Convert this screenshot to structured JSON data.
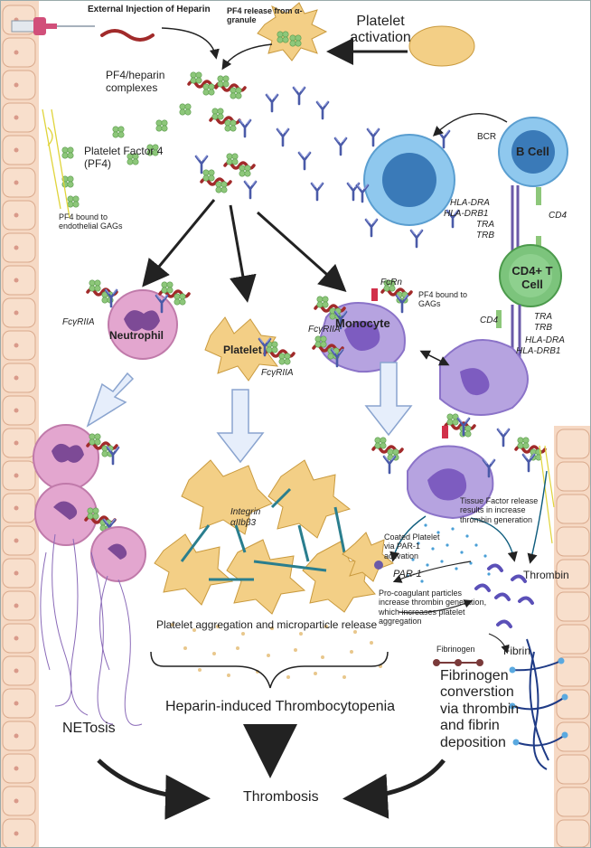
{
  "labels": {
    "external_injection": "External Injection of Heparin",
    "pf4_release": "PF4 release from α-granule",
    "platelet_activation": "Platelet activation",
    "pf4_heparin_complexes": "PF4/heparin complexes",
    "platelet_factor_4": "Platelet Factor 4 (PF4)",
    "pf4_bound_endothelial": "PF4 bound to endothelial GAGs",
    "bcr": "BCR",
    "b_cell": "B Cell",
    "hla_dra": "HLA-DRA",
    "hla_drb1": "HLA-DRB1",
    "cd4": "CD4",
    "tra": "TRA",
    "trb": "TRB",
    "cd4_t_cell": "CD4+ T Cell",
    "fcrn": "FcRn",
    "pf4_bound_gags": "PF4 bound to GAGs",
    "monocyte": "Monocyte",
    "fcgriia": "FcγRIIA",
    "neutrophil": "Neutrophil",
    "platelet": "Platelet",
    "integrin": "Integrin αIIbβ3",
    "coated_platelet": "Coated Platelet via PAR-1 activation",
    "par1": "PAR-1",
    "tissue_factor": "Tissue Factor release results in increase thrombin generation",
    "thrombin": "Thrombin",
    "procoagulant": "Pro-coagulant particles increase thrombin generation, which increases platelet aggregation",
    "platelet_aggregation": "Platelet aggregation and microparticle release",
    "fibrinogen": "Fibrinogen",
    "fibrin": "Fibrin",
    "fibrinogen_conversion": "Fibrinogen converstion via thrombin and fibrin deposition",
    "netosis": "NETosis",
    "hit": "Heparin-induced Thrombocytopenia",
    "thrombosis": "Thrombosis"
  },
  "colors": {
    "endothelium": "#f6d9c4",
    "neutrophil": "#e3a6cf",
    "platelet": "#f3cf86",
    "monocyte": "#b6a3e0",
    "b_cell": "#8fc8ee",
    "t_cell": "#7cc47c",
    "pf4": "#8dc77a",
    "heparin": "#a12a2a",
    "antibody": "#4a5aa8"
  }
}
